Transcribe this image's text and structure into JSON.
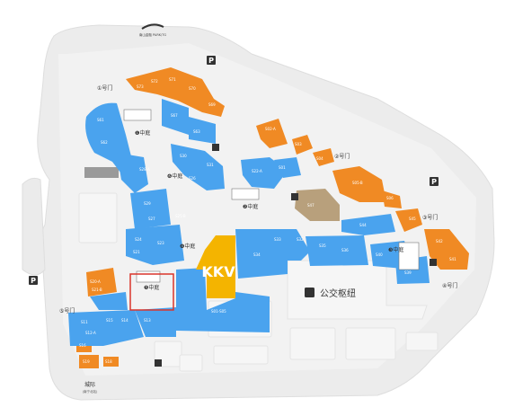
{
  "map": {
    "logo_text": "南山金融\nPARK/TG",
    "anchor_store": "KKV",
    "bus_hub_label": "公交枢纽",
    "metro_label": "城际",
    "metro_sublabel": "(南宁北站)",
    "parking_symbol": "P",
    "exits": [
      {
        "id": "exit-1",
        "text": "①号门"
      },
      {
        "id": "exit-2",
        "text": "②号门"
      },
      {
        "id": "exit-3",
        "text": "③号门"
      },
      {
        "id": "exit-4",
        "text": "④号门"
      },
      {
        "id": "exit-5",
        "text": "⑤号门"
      }
    ],
    "courts": [
      {
        "id": "court-1",
        "text": "❶中庭"
      },
      {
        "id": "court-2",
        "text": "❷中庭"
      },
      {
        "id": "court-3",
        "text": "❸中庭"
      },
      {
        "id": "court-4",
        "text": "❹中庭"
      },
      {
        "id": "court-5",
        "text": "❺中庭"
      },
      {
        "id": "court-6",
        "text": "❻中庭"
      }
    ],
    "unit_labels": {
      "u1": "S73",
      "u2": "S72",
      "u3": "S71",
      "u4": "S70",
      "u5": "S69",
      "u6": "S61",
      "u7": "S67",
      "u8": "S62",
      "u9": "S63",
      "u10": "S28-A",
      "u11": "S29",
      "u12": "S30",
      "u13": "S31",
      "u14": "S27",
      "u15": "S25-B",
      "u16": "S26",
      "u17": "S24",
      "u18": "S21",
      "u19": "S23",
      "u20": "S22-A",
      "u21": "S01",
      "u22": "S02-A",
      "u23": "S03",
      "u24": "S04",
      "u25": "S05-B",
      "u26": "S06",
      "u27": "S47",
      "u28": "S45",
      "u29": "S44",
      "u30": "S42",
      "u31": "S41",
      "u32": "S40",
      "u33": "S39",
      "u34": "S36",
      "u35": "S35",
      "u36": "S34",
      "u37": "S33",
      "u38": "S32",
      "u39": "S01-S05",
      "u40": "S11",
      "u41": "S12-A",
      "u42": "S15",
      "u43": "S14",
      "u44": "S13",
      "u45": "S16",
      "u46": "S19",
      "u47": "S18",
      "u48": "S20-A",
      "u49": "S21-B"
    },
    "highlight": {
      "label": "❺中庭",
      "color": "#d9342b"
    }
  },
  "colors": {
    "blue": "#4aa3ee",
    "orange": "#f08a24",
    "yellow": "#f4b400",
    "tan": "#b8a07c",
    "outer": "#ececec"
  }
}
